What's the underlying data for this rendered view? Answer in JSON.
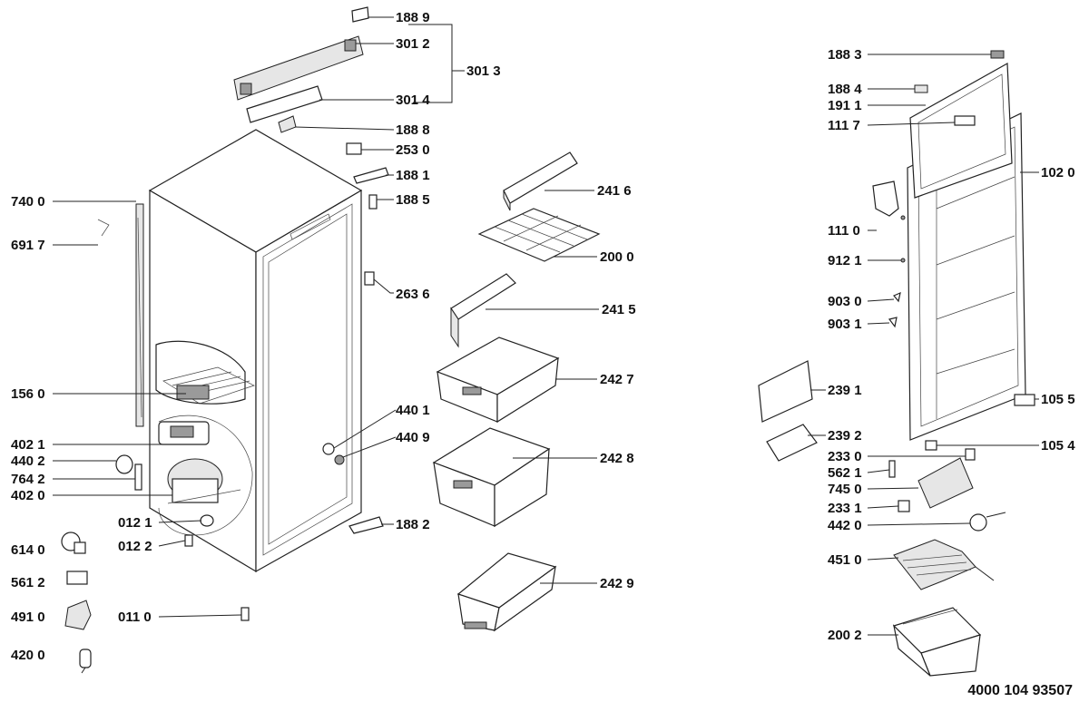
{
  "document_number": "4000 104 93507",
  "callouts": {
    "p1889": "188 9",
    "p3012": "301 2",
    "p3013": "301 3",
    "p3014": "301 4",
    "p1888": "188 8",
    "p2530": "253 0",
    "p1881": "188 1",
    "p1885": "188 5",
    "p7400": "740 0",
    "p6917": "691 7",
    "p2636": "263 6",
    "p1560": "156 0",
    "p4021": "402 1",
    "p4402": "440 2",
    "p7642": "764 2",
    "p4020": "402 0",
    "p0121": "012 1",
    "p0122": "012 2",
    "p6140": "614 0",
    "p5612": "561 2",
    "p4910": "491 0",
    "p0110": "011 0",
    "p4200": "420 0",
    "p4401": "440 1",
    "p4409": "440 9",
    "p1882": "188 2",
    "p2416": "241 6",
    "p2000": "200 0",
    "p2415": "241 5",
    "p2427": "242 7",
    "p2428": "242 8",
    "p2429": "242 9",
    "p1883": "188 3",
    "p1884": "188 4",
    "p1911": "191 1",
    "p1117": "111 7",
    "p1020": "102 0",
    "p1110": "111 0",
    "p9121": "912 1",
    "p9030": "903 0",
    "p9031": "903 1",
    "p2391": "239 1",
    "p1055": "105 5",
    "p2392": "239 2",
    "p2330": "233 0",
    "p1054": "105 4",
    "p5621": "562 1",
    "p7450": "745 0",
    "p2331": "233 1",
    "p4420": "442 0",
    "p4510": "451 0",
    "p2002": "200 2"
  }
}
